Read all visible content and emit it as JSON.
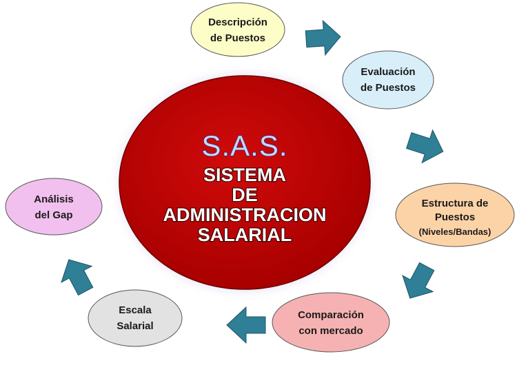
{
  "center": {
    "title": "S.A.S.",
    "lines": [
      "SISTEMA",
      "DE",
      "ADMINISTRACION",
      "SALARIAL"
    ]
  },
  "nodes": {
    "descripcion": {
      "line1": "Descripción",
      "line2": "de Puestos"
    },
    "evaluacion": {
      "line1": "Evaluación",
      "line2": "de Puestos"
    },
    "estructura": {
      "line1": "Estructura de",
      "line2": "Puestos",
      "line3": "(Niveles/Bandas)"
    },
    "comparacion": {
      "line1": "Comparación",
      "line2": "con mercado"
    },
    "escala": {
      "line1": "Escala",
      "line2": "Salarial"
    },
    "analisis": {
      "line1": "Análisis",
      "line2": "del Gap"
    }
  },
  "colors": {
    "center_fill": "#c00000",
    "center_glow": "#c9b6e6",
    "arrow": "#2f7f96",
    "descripcion": "#fdfdc8",
    "evaluacion": "#d8effa",
    "estructura": "#fcd3a6",
    "comparacion": "#f6b2b2",
    "escala": "#e2e2e2",
    "analisis": "#f1c0ee"
  }
}
